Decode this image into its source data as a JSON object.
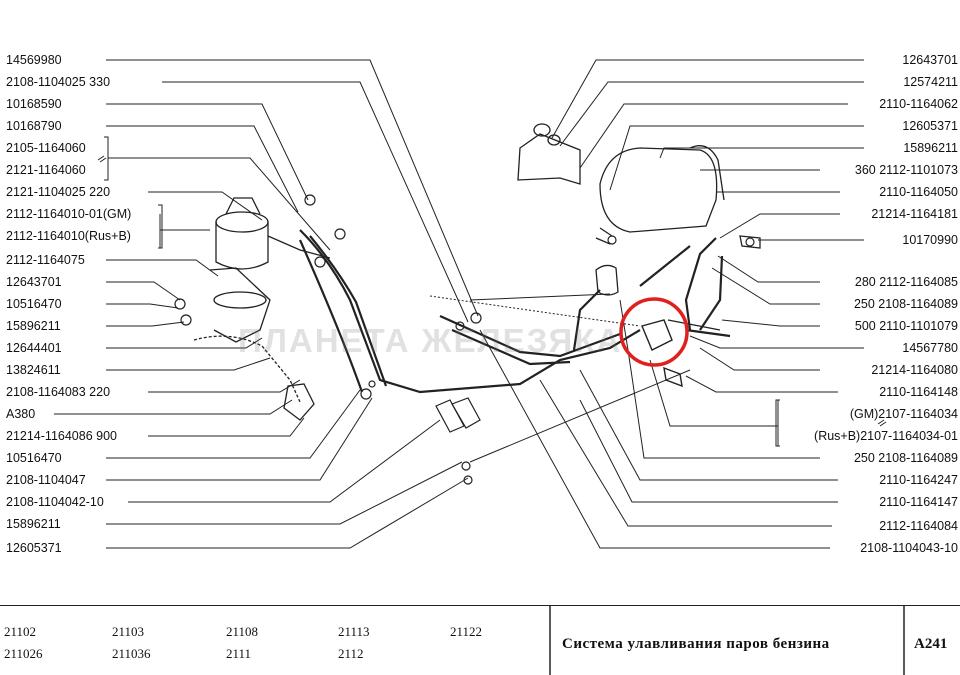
{
  "left_labels": [
    "14569980",
    "2108-1104025  330",
    "10168590",
    "10168790",
    "2105-1164060",
    "2121-1164060",
    "2121-1104025  220",
    "2112-1164010-01(GM)",
    "2112-1164010(Rus+B)",
    "2112-1164075",
    "12643701",
    "10516470",
    "15896211",
    "12644401",
    "13824611",
    "2108-1164083  220",
    "A380",
    "21214-1164086  900",
    "10516470",
    "2108-1104047",
    "2108-1104042-10",
    "15896211",
    "12605371"
  ],
  "right_labels": [
    "12643701",
    "12574211",
    "2110-1164062",
    "12605371",
    "15896211",
    "360  2112-1101073",
    "2110-1164050",
    "21214-1164181",
    "10170990",
    "280  2112-1164085",
    "250  2108-1164089",
    "500  2110-1101079",
    "14567780",
    "21214-1164080",
    "2110-1164148",
    "(GM)2107-1164034",
    "(Rus+B)2107-1164034-01",
    "250  2108-1164089",
    "2110-1164247",
    "2110-1164147",
    "2112-1164084",
    "2108-1104043-10"
  ],
  "watermark": "ПЛАНЕТА ЖЕЛЕЗЯКА",
  "footer": {
    "models": [
      "21102",
      "21103",
      "21108",
      "21113",
      "21122",
      "211026",
      "211036",
      "2111",
      "2112"
    ],
    "caption": "Система улавливания паров бензина",
    "code": "A241"
  },
  "colors": {
    "ink": "#222222",
    "highlight": "#e0201e"
  }
}
